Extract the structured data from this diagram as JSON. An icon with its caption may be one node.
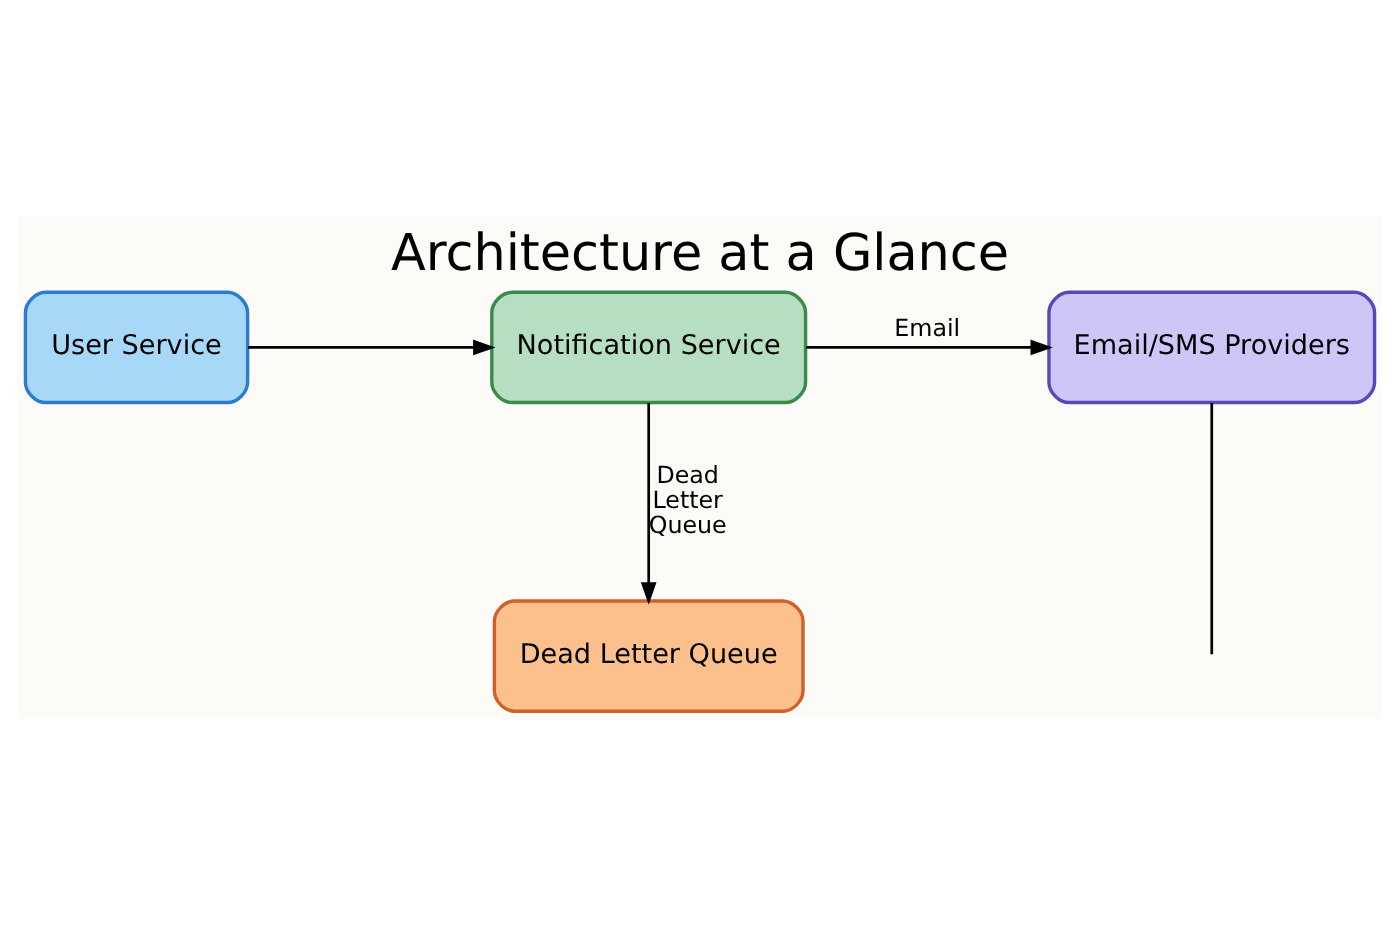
{
  "diagram": {
    "title": "Architecture at a Glance",
    "nodes": [
      {
        "text": [
          "User Service"
        ]
      },
      {
        "text": [
          "Notification Service"
        ]
      },
      {
        "text": [
          "Email/SMS Providers"
        ]
      },
      {
        "text": [
          "Dead Letter Queue"
        ]
      }
    ],
    "edges": [
      {
        "from": 0,
        "to": 1,
        "arrow": "to"
      },
      {
        "from": 1,
        "to": 2,
        "arrow": "to",
        "label": "Email"
      },
      {
        "from": 1,
        "to": 3,
        "arrow": "to",
        "label": "Dead Letter Queue"
      },
      {
        "from": 2,
        "to": null,
        "arrow": "none"
      }
    ]
  }
}
